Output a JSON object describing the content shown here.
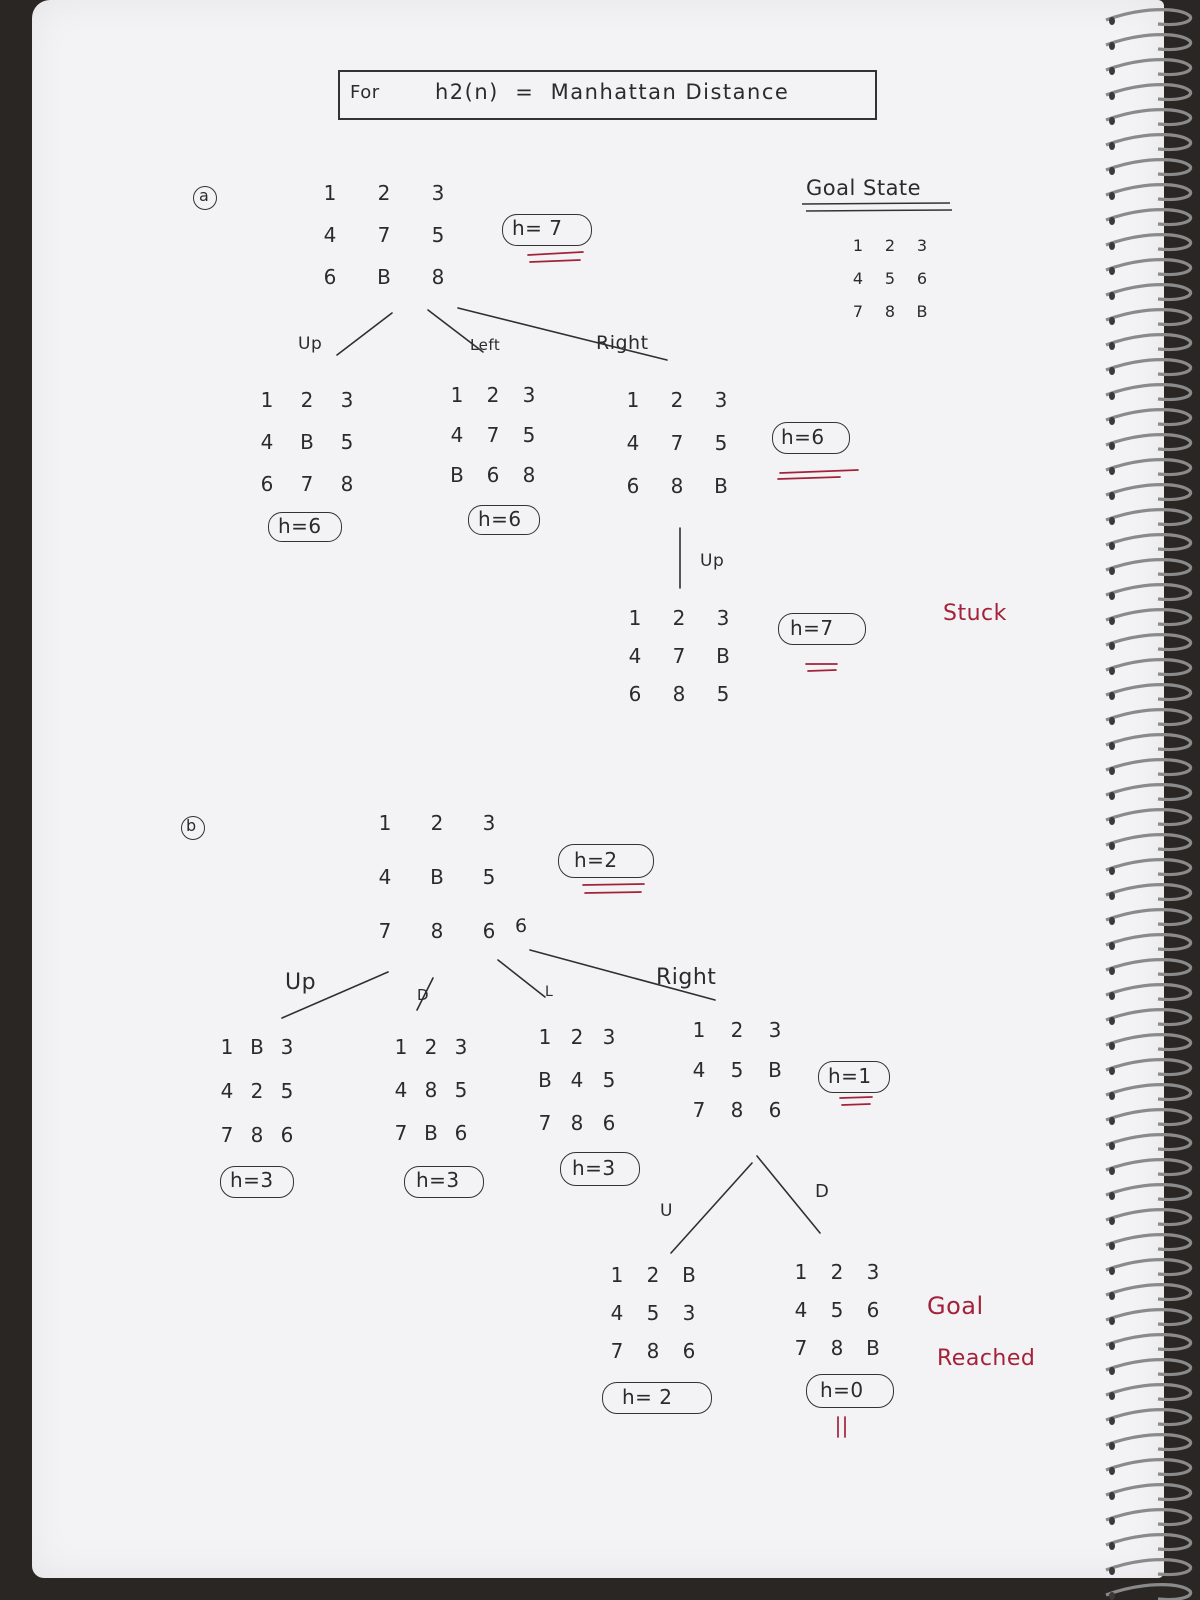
{
  "title": {
    "prefix": "For",
    "formula": "h2(n)  =  Manhattan Distance"
  },
  "goal_state": {
    "heading": "Goal State",
    "grid": [
      [
        "1",
        "2",
        "3"
      ],
      [
        "4",
        "5",
        "6"
      ],
      [
        "7",
        "8",
        "B"
      ]
    ]
  },
  "part_a": {
    "label": "a",
    "root": {
      "grid": [
        [
          "1",
          "2",
          "3"
        ],
        [
          "4",
          "7",
          "5"
        ],
        [
          "6",
          "B",
          "8"
        ]
      ],
      "h": "h= 7"
    },
    "edges": {
      "up": "Up",
      "left": "Left",
      "right": "Right",
      "up2": "Up"
    },
    "children": [
      {
        "grid": [
          [
            "1",
            "2",
            "3"
          ],
          [
            "4",
            "B",
            "5"
          ],
          [
            "6",
            "7",
            "8"
          ]
        ],
        "h": "h=6"
      },
      {
        "grid": [
          [
            "1",
            "2",
            "3"
          ],
          [
            "4",
            "7",
            "5"
          ],
          [
            "B",
            "6",
            "8"
          ]
        ],
        "h": "h=6"
      },
      {
        "grid": [
          [
            "1",
            "2",
            "3"
          ],
          [
            "4",
            "7",
            "5"
          ],
          [
            "6",
            "8",
            "B"
          ]
        ],
        "h": "h=6"
      }
    ],
    "grandchild": {
      "grid": [
        [
          "1",
          "2",
          "3"
        ],
        [
          "4",
          "7",
          "B"
        ],
        [
          "6",
          "8",
          "5"
        ]
      ],
      "h": "h=7"
    },
    "stuck": "Stuck"
  },
  "part_b": {
    "label": "b",
    "root": {
      "grid": [
        [
          "1",
          "2",
          "3"
        ],
        [
          "4",
          "B",
          "5"
        ],
        [
          "7",
          "8",
          "6"
        ]
      ],
      "h": "h=2"
    },
    "edges": {
      "up": "Up",
      "down": "D",
      "left": "L",
      "right": "Right",
      "u2": "U",
      "d2": "D"
    },
    "children": [
      {
        "grid": [
          [
            "1",
            "B",
            "3"
          ],
          [
            "4",
            "2",
            "5"
          ],
          [
            "7",
            "8",
            "6"
          ]
        ],
        "h": "h=3"
      },
      {
        "grid": [
          [
            "1",
            "2",
            "3"
          ],
          [
            "4",
            "8",
            "5"
          ],
          [
            "7",
            "B",
            "6"
          ]
        ],
        "h": "h=3"
      },
      {
        "grid": [
          [
            "1",
            "2",
            "3"
          ],
          [
            "B",
            "4",
            "5"
          ],
          [
            "7",
            "8",
            "6"
          ]
        ],
        "h": "h=3"
      },
      {
        "grid": [
          [
            "1",
            "2",
            "3"
          ],
          [
            "4",
            "5",
            "B"
          ],
          [
            "7",
            "8",
            "6"
          ]
        ],
        "h": "h=1"
      }
    ],
    "grandchildren": [
      {
        "grid": [
          [
            "1",
            "2",
            "B"
          ],
          [
            "4",
            "5",
            "3"
          ],
          [
            "7",
            "8",
            "6"
          ]
        ],
        "h": "h= 2"
      },
      {
        "grid": [
          [
            "1",
            "2",
            "3"
          ],
          [
            "4",
            "5",
            "6"
          ],
          [
            "7",
            "8",
            "B"
          ]
        ],
        "h": "h=0"
      }
    ],
    "goal_reached": [
      "Goal",
      "Reached"
    ]
  },
  "colors": {
    "ink": "#2b2b2b",
    "red_ink": "#a3223a",
    "paper": "#f3f3f5"
  }
}
